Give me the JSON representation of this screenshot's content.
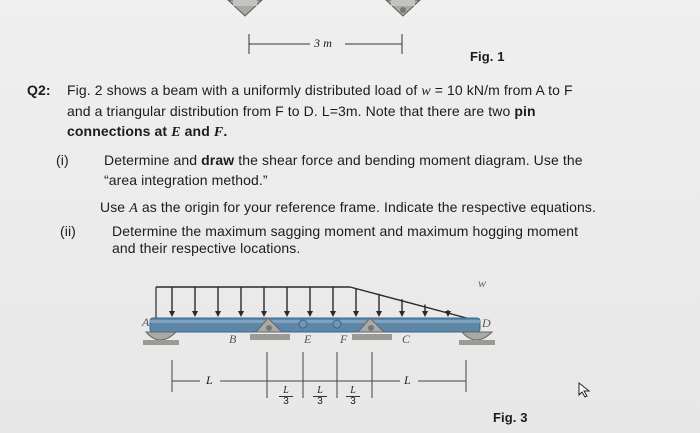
{
  "fig1": {
    "dimension_label": "3 m",
    "caption": "Fig. 1"
  },
  "question": {
    "label": "Q2:",
    "line1": "Fig. 2 shows a beam with a uniformly distributed load of",
    "w_symbol": "w",
    "line1_tail": " = 10 kN/m from A to F",
    "line2": "and a triangular distribution from F to D. L=3m. Note that there are two",
    "line2_bold": "pin",
    "line3_bold_a": "connections at",
    "line3_E": "E",
    "line3_and": "and",
    "line3_F": "F",
    "line3_dot": "."
  },
  "part_i": {
    "num": "(i)",
    "text_a": "Determine and",
    "text_bold": "draw",
    "text_b": "the shear force and bending moment diagram. Use the",
    "line2": "“area integration method.”",
    "line3_a": "Use",
    "line3_A": "A",
    "line3_b": "as the origin for your reference frame. Indicate the respective equations."
  },
  "part_ii": {
    "num": "(ii)",
    "line1": "Determine the maximum sagging moment and maximum hogging moment",
    "line2": "and their respective locations."
  },
  "fig3": {
    "caption": "Fig. 3",
    "load_label": "w",
    "points": [
      "A",
      "B",
      "E",
      "F",
      "C",
      "D"
    ],
    "dim_L": "L",
    "dim_third_num": "L",
    "dim_third_den": "3"
  },
  "colors": {
    "beam": "#5b87a8",
    "support": "#a8aaa7",
    "load": "#2a2a2a"
  }
}
